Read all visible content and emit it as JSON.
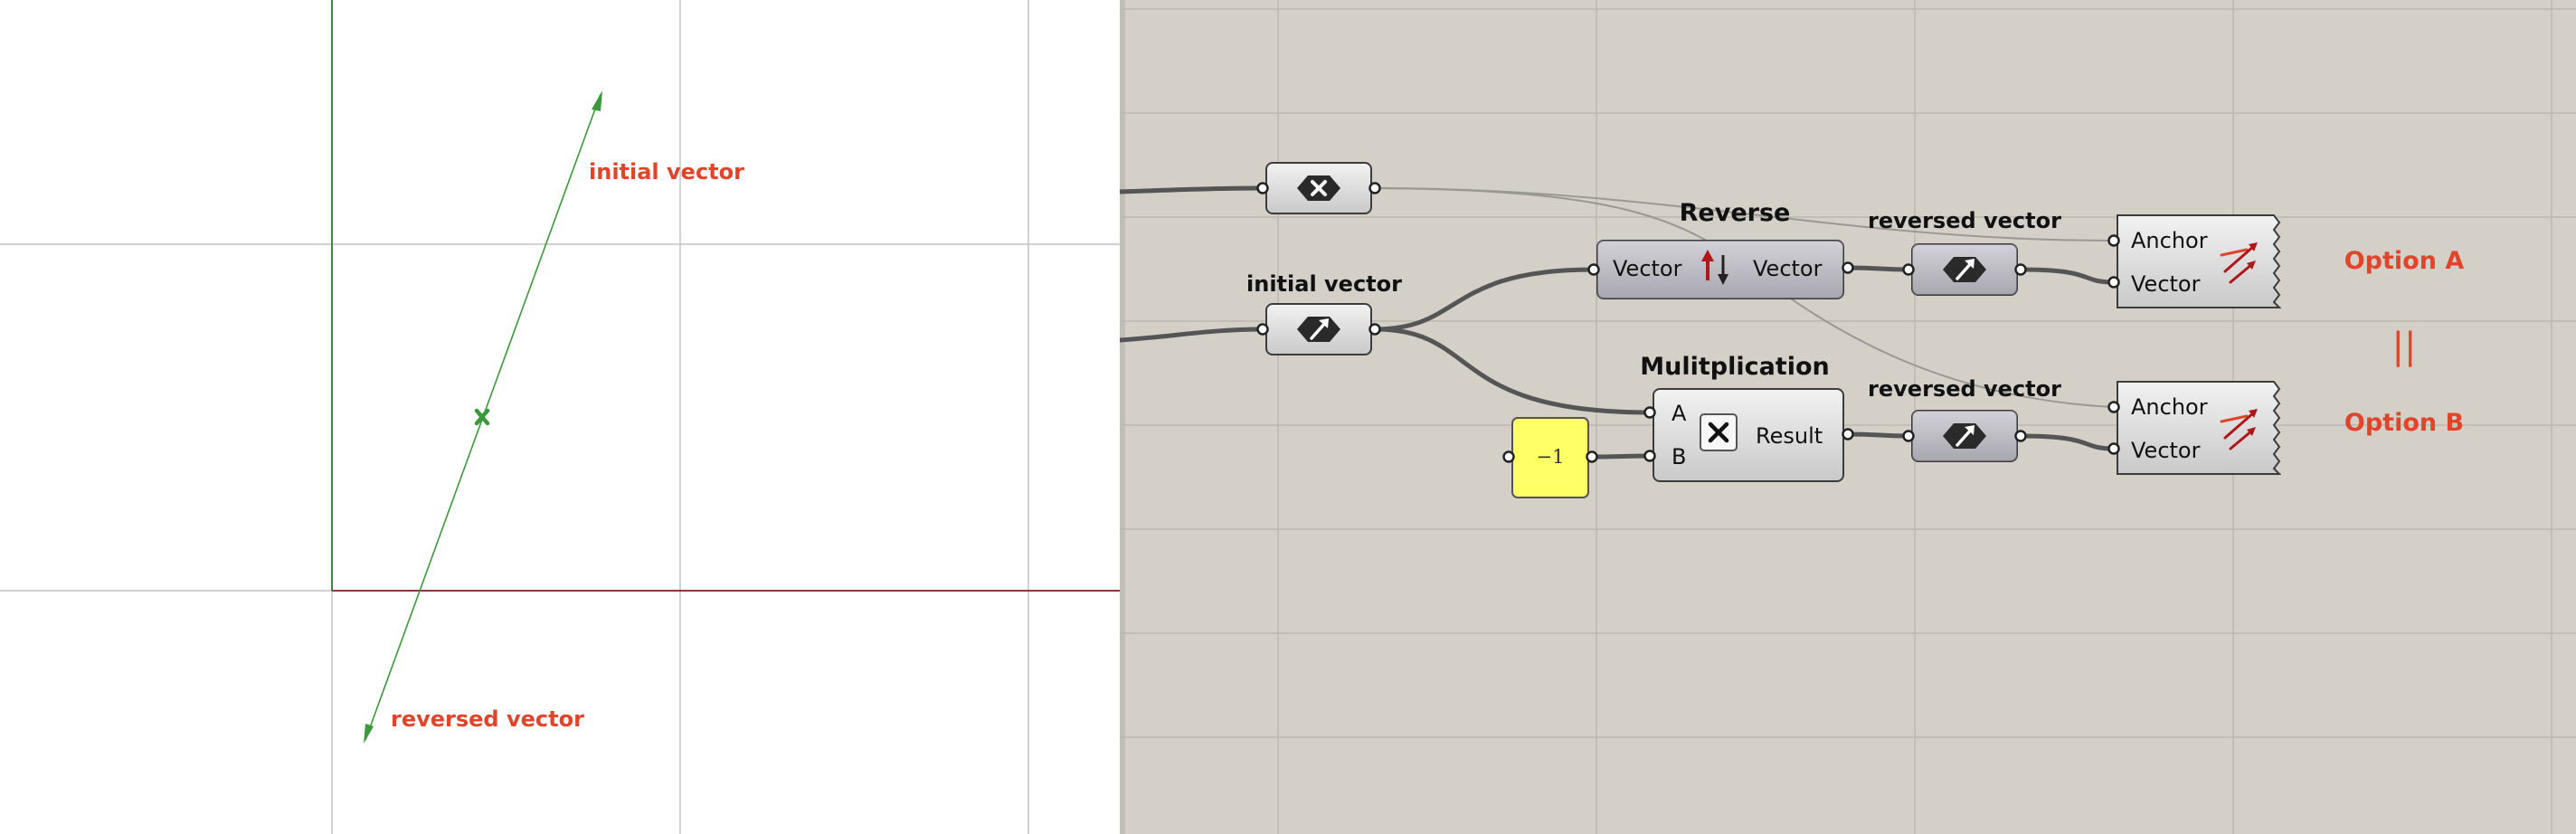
{
  "viewport": {
    "label_initial": "initial vector",
    "label_reversed": "reversed vector"
  },
  "canvas": {
    "panel_initial_label": "initial vector",
    "reverse": {
      "title": "Reverse",
      "input": "Vector",
      "output": "Vector"
    },
    "multiplication": {
      "title": "Mulitplication",
      "input_a": "A",
      "input_b": "B",
      "output": "Result"
    },
    "number_slider_value": "−1",
    "reversed_label_a": "reversed vector",
    "reversed_label_b": "reversed vector",
    "vector_display_a": {
      "anchor": "Anchor",
      "vector": "Vector"
    },
    "vector_display_b": {
      "anchor": "Anchor",
      "vector": "Vector"
    },
    "option_a": "Option A",
    "option_b": "Option B",
    "equals_mark": "||"
  },
  "colors": {
    "annotation_red": "#e0452b",
    "viewport_vector_green": "#3a9a3a",
    "canvas_background": "#d4d0c8",
    "slider_yellow": "#ffff66"
  },
  "icons": {
    "origin_point": "cross-mark-icon",
    "vector_param": "vector-arrow-icon",
    "point_param": "point-cross-icon",
    "reverse": "reverse-arrows-icon",
    "multiply": "multiply-icon",
    "vector_display": "vector-display-icon"
  }
}
